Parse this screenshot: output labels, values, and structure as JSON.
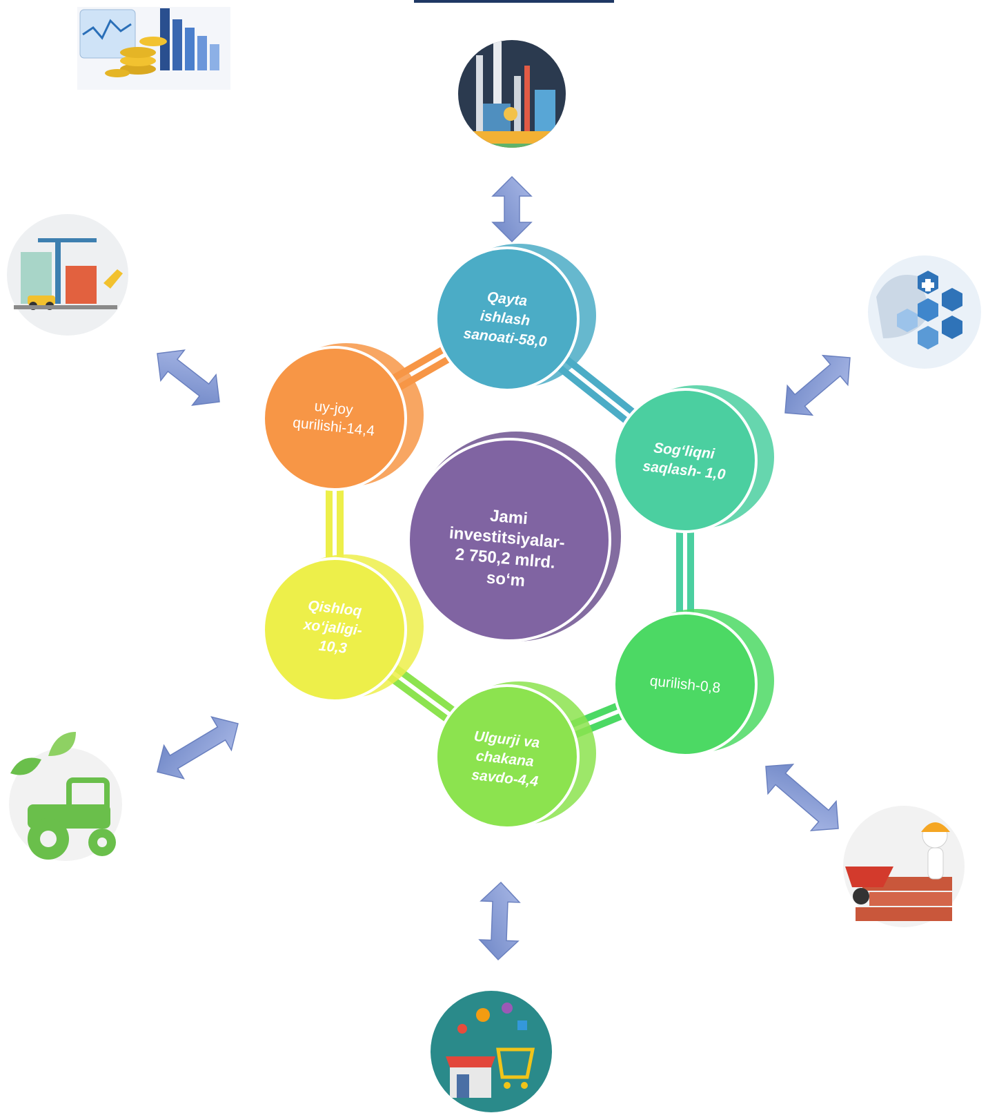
{
  "center": {
    "lines": [
      "Jami",
      "investitsiyalar-",
      "2 750,2       mlrd.",
      "so‘m"
    ],
    "color": "#8064A2"
  },
  "sectors": [
    {
      "id": "processing-industry",
      "lines": [
        "Qayta",
        "ishlash",
        "sanoati-58,0"
      ],
      "color": "#4BACC6",
      "icon": "factory-icon"
    },
    {
      "id": "healthcare",
      "lines": [
        "Sog‘liqni",
        "saqlash- 1,0"
      ],
      "color": "#4BCFA0",
      "icon": "medical-icon"
    },
    {
      "id": "construction",
      "lines": [
        "qurilish-0,8"
      ],
      "color": "#4CD964",
      "icon": "builder-icon"
    },
    {
      "id": "trade",
      "lines": [
        "Ulgurji va",
        "chakana",
        "savdo-4,4"
      ],
      "color": "#8CE34F",
      "icon": "shopping-icon"
    },
    {
      "id": "agriculture",
      "lines": [
        "Qishloq",
        "xo‘jaligi-",
        "10,3"
      ],
      "color": "#EDEF4A",
      "icon": "tractor-icon"
    },
    {
      "id": "housing",
      "lines": [
        "uy-joy",
        "qurilishi-14,4"
      ],
      "color": "#F79646",
      "icon": "crane-icon"
    }
  ],
  "corner_icon": "finance-chart-icon",
  "arrow_color": "#7F96D0"
}
